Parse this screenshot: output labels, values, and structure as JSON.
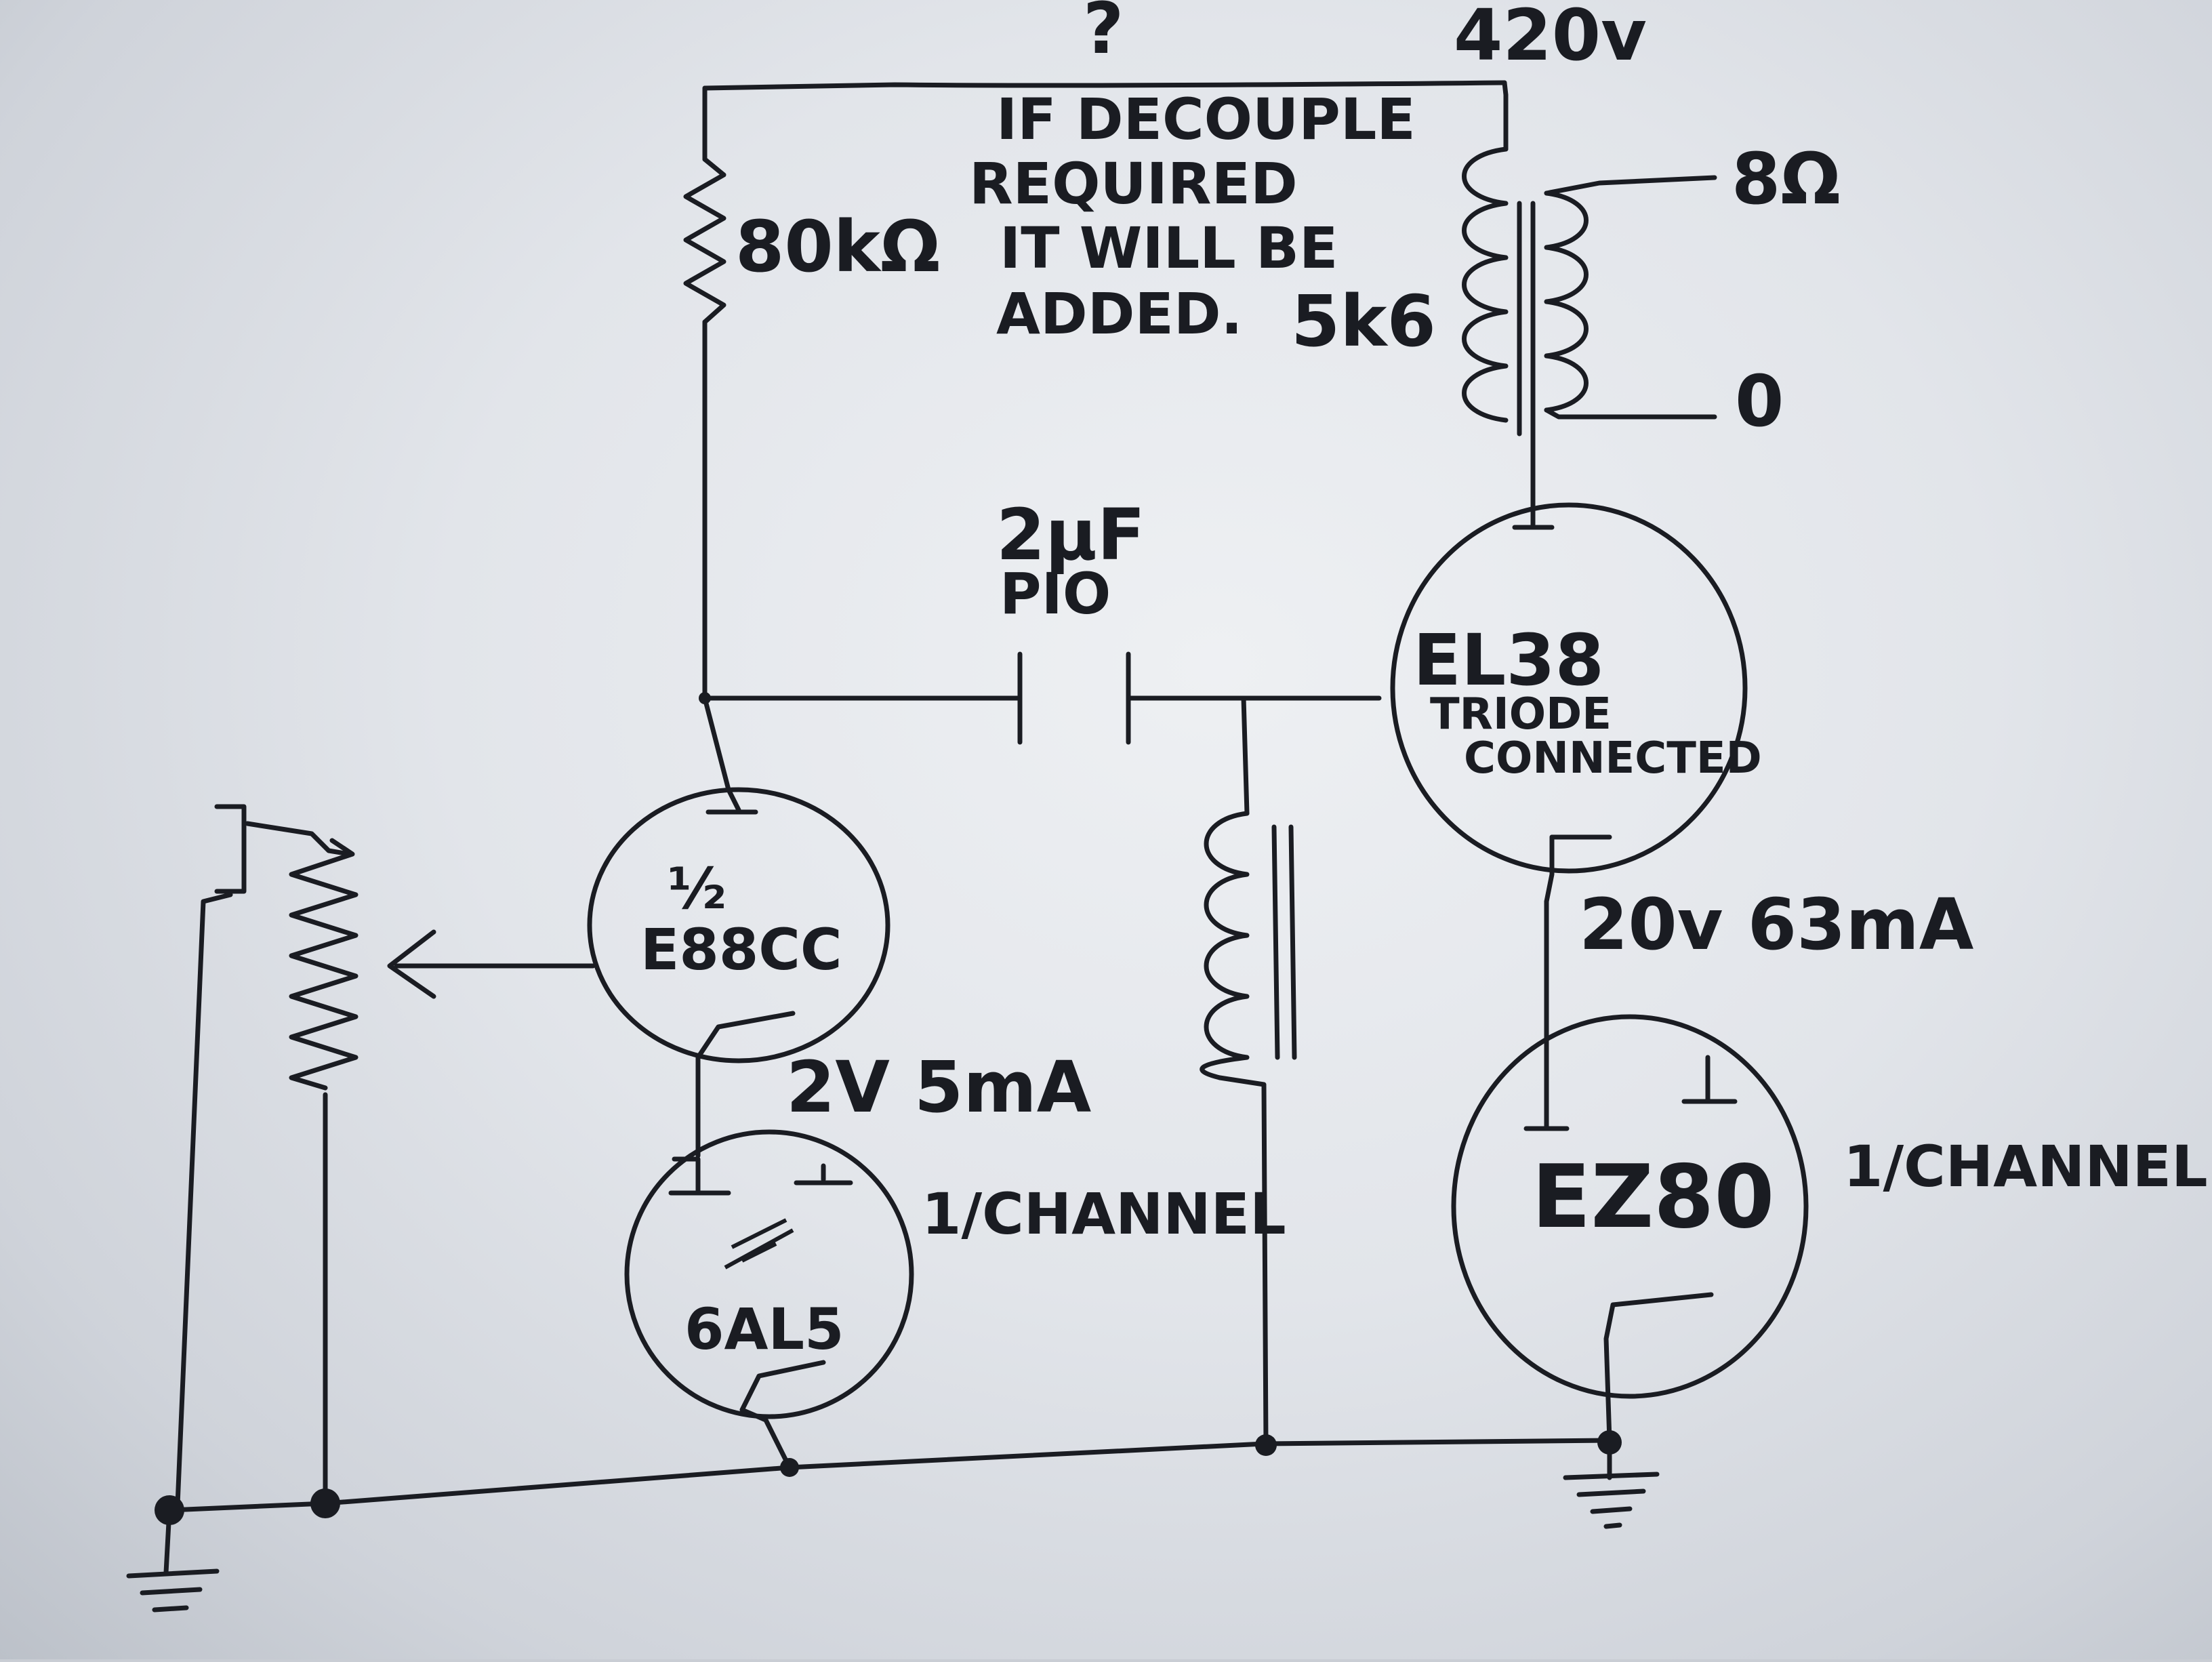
{
  "supply": {
    "top_mark": "?",
    "b_plus_label": "420v"
  },
  "note": {
    "line1": "IF DECOUPLE",
    "line2": "REQUIRED",
    "line3": "IT WILL BE",
    "line4": "ADDED."
  },
  "components": {
    "plate_resistor": "80kΩ",
    "output_transformer_primary": "5k6",
    "output_tap_8": "8Ω",
    "output_tap_0": "0",
    "coupling_cap_value": "2µF",
    "coupling_cap_type": "PIO",
    "driver_tube_fraction": "½",
    "driver_tube_name": "E88CC",
    "driver_operating_point": "2V 5mA",
    "driver_bias_tube": "6AL5",
    "driver_bias_note": "1/CHANNEL",
    "power_tube_name": "EL38",
    "power_tube_mode_line1": "TRIODE",
    "power_tube_mode_line2": "CONNECTED",
    "power_operating_point": "20v 63mA",
    "power_bias_tube": "EZ80",
    "power_bias_note": "1/CHANNEL"
  }
}
